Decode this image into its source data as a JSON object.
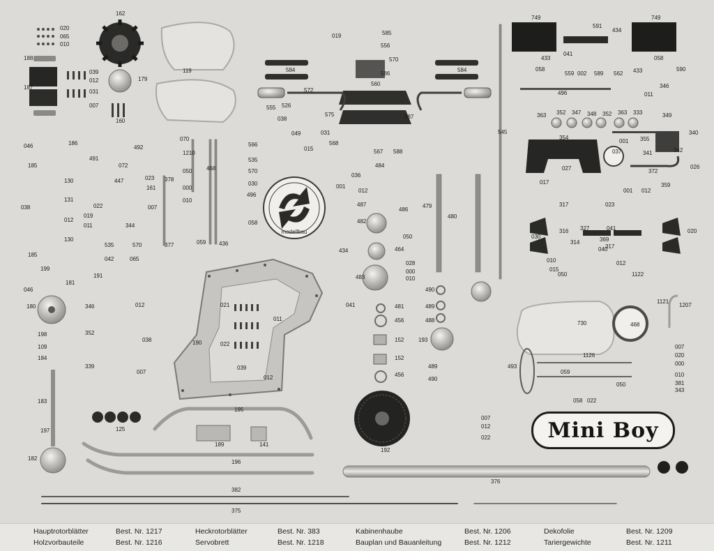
{
  "logo_text": "Mini Boy",
  "emblem_text": "modellbau",
  "part_numbers": [
    "020",
    "065",
    "010",
    "162",
    "119",
    "039",
    "012",
    "031",
    "007",
    "179",
    "188",
    "187",
    "160",
    "046",
    "186",
    "185",
    "130",
    "038",
    "131",
    "012",
    "130",
    "185",
    "199",
    "046",
    "181",
    "180",
    "198",
    "109",
    "184",
    "183",
    "197",
    "182",
    "491",
    "492",
    "447",
    "072",
    "023",
    "161",
    "344",
    "022",
    "011",
    "019",
    "535",
    "570",
    "007",
    "042",
    "065",
    "191",
    "346",
    "012",
    "352",
    "038",
    "339",
    "007",
    "125",
    "070",
    "1210",
    "050",
    "378",
    "000",
    "010",
    "377",
    "059",
    "468",
    "566",
    "535",
    "570",
    "030",
    "496",
    "058",
    "436",
    "584",
    "555",
    "526",
    "572",
    "575",
    "038",
    "049",
    "015",
    "031",
    "568",
    "584",
    "567",
    "588",
    "587",
    "560",
    "585",
    "556",
    "570",
    "586",
    "019",
    "036",
    "001",
    "012",
    "484",
    "487",
    "486",
    "482",
    "464",
    "050",
    "434",
    "483",
    "028",
    "000",
    "010",
    "021",
    "011",
    "190",
    "022",
    "039",
    "012",
    "195",
    "189",
    "141",
    "196",
    "382",
    "375",
    "479",
    "480",
    "545",
    "490",
    "489",
    "488",
    "193",
    "489",
    "490",
    "041",
    "481",
    "456",
    "152",
    "152",
    "456",
    "192",
    "007",
    "012",
    "022",
    "749",
    "591",
    "434",
    "749",
    "433",
    "058",
    "041",
    "559",
    "002",
    "589",
    "562",
    "433",
    "058",
    "590",
    "496",
    "011",
    "346",
    "363",
    "352",
    "347",
    "348",
    "352",
    "363",
    "333",
    "349",
    "340",
    "354",
    "037",
    "001",
    "355",
    "341",
    "342",
    "372",
    "026",
    "017",
    "027",
    "001",
    "012",
    "359",
    "023",
    "317",
    "030",
    "316",
    "327",
    "041",
    "369",
    "314",
    "040",
    "317",
    "020",
    "010",
    "015",
    "012",
    "050",
    "1122",
    "1121",
    "1207",
    "730",
    "468",
    "1126",
    "493",
    "059",
    "050",
    "058",
    "022",
    "007",
    "020",
    "000",
    "010",
    "381",
    "343",
    "376"
  ],
  "footer": {
    "c1": {
      "row1": "Hauptrotorblätter",
      "row2": "Holzvorbauteile"
    },
    "c2": {
      "row1": "Best. Nr. 1217",
      "row2": "Best. Nr. 1216"
    },
    "c3": {
      "row1": "Heckrotorblätter",
      "row2": "Servobrett"
    },
    "c4": {
      "row1": "Best. Nr. 383",
      "row2": "Best. Nr. 1218"
    },
    "c5": {
      "row1": "Kabinenhaube",
      "row2": "Bauplan und Bauanleitung"
    },
    "c6": {
      "row1": "Best. Nr. 1206",
      "row2": "Best. Nr. 1212"
    },
    "c7": {
      "row1": "Dekofolie",
      "row2": "Tariergewichte"
    },
    "c8": {
      "row1": "Best. Nr. 1209",
      "row2": "Best. Nr. 1211"
    }
  }
}
